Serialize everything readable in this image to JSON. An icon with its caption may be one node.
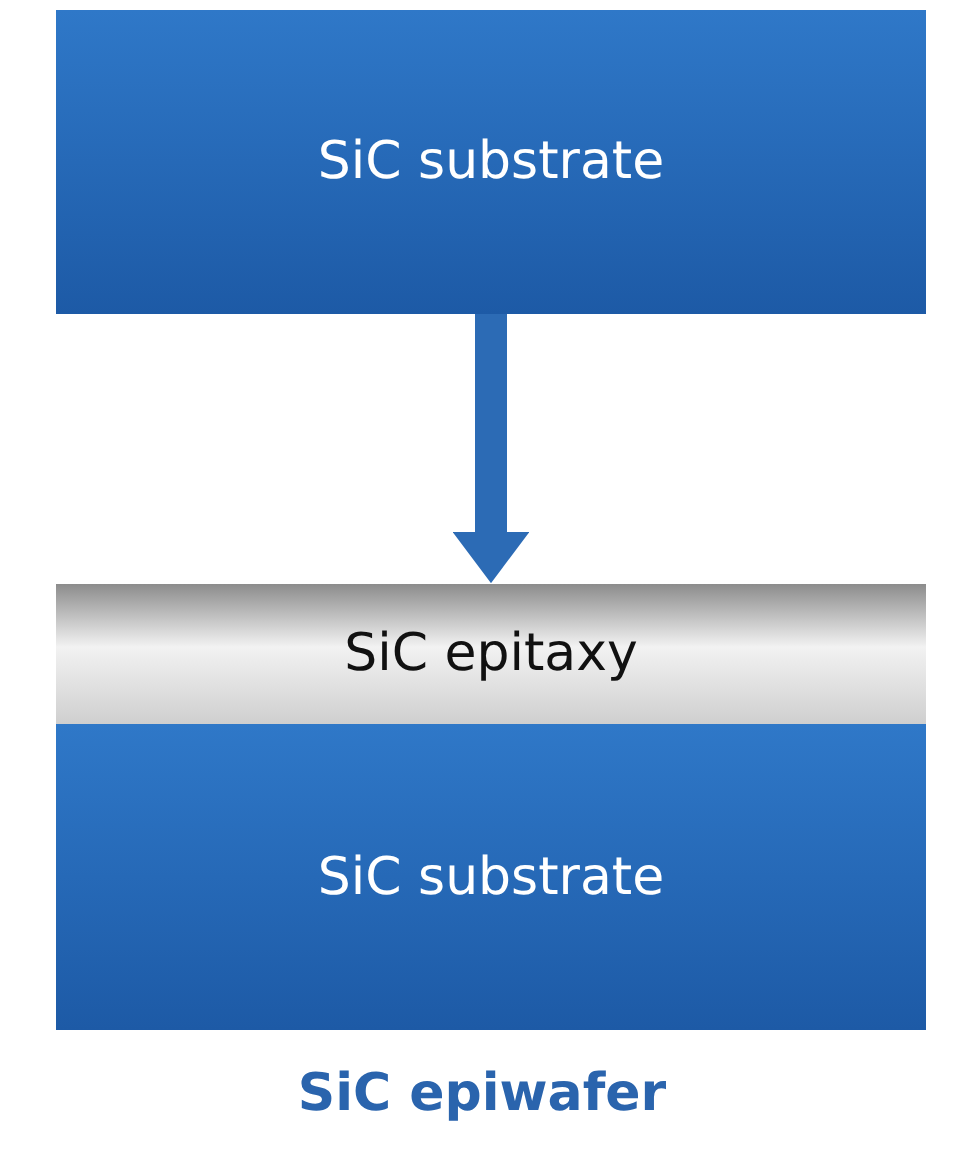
{
  "diagram": {
    "nodes": [
      {
        "text": [
          "SiC substrate"
        ]
      },
      {
        "text": [
          "SiC epitaxy"
        ]
      },
      {
        "text": [
          "SiC substrate"
        ],
        "beside": [
          "SiC epiwafer"
        ]
      }
    ],
    "edges": [
      {
        "from": 0,
        "to": 1,
        "arrow": "to"
      }
    ]
  }
}
